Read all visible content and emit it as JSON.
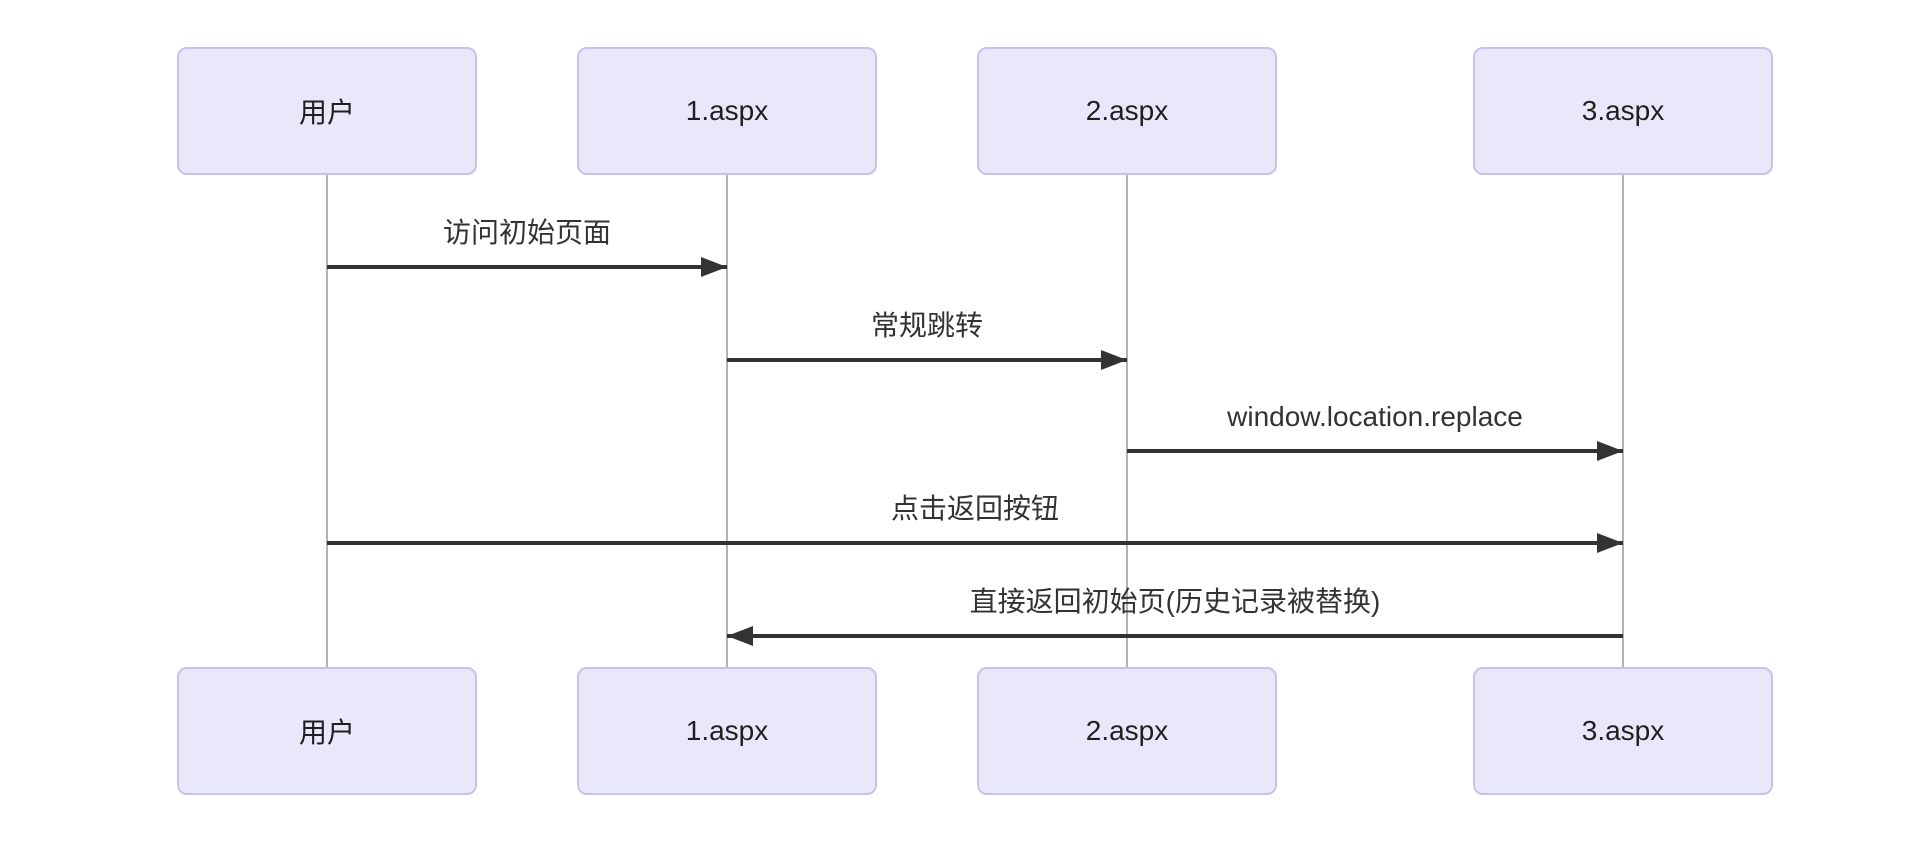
{
  "diagram": {
    "type": "sequence-diagram",
    "participants": [
      {
        "id": "user",
        "label": "用户"
      },
      {
        "id": "page1",
        "label": "1.aspx"
      },
      {
        "id": "page2",
        "label": "2.aspx"
      },
      {
        "id": "page3",
        "label": "3.aspx"
      }
    ],
    "messages": [
      {
        "from": "用户",
        "to": "1.aspx",
        "direction": "right",
        "label": "访问初始页面"
      },
      {
        "from": "1.aspx",
        "to": "2.aspx",
        "direction": "right",
        "label": "常规跳转"
      },
      {
        "from": "2.aspx",
        "to": "3.aspx",
        "direction": "right",
        "label": "window.location.replace"
      },
      {
        "from": "用户",
        "to": "3.aspx",
        "direction": "right",
        "label": "点击返回按钮"
      },
      {
        "from": "3.aspx",
        "to": "1.aspx",
        "direction": "left",
        "label": "直接返回初始页(历史记录被替换)"
      }
    ],
    "colors": {
      "background": "#ffffff",
      "actor_fill": "#e9e8fb",
      "actor_border": "#c9c2e8",
      "lifeline": "#b3b3b3",
      "arrow": "#333333",
      "text": "#333333"
    }
  }
}
